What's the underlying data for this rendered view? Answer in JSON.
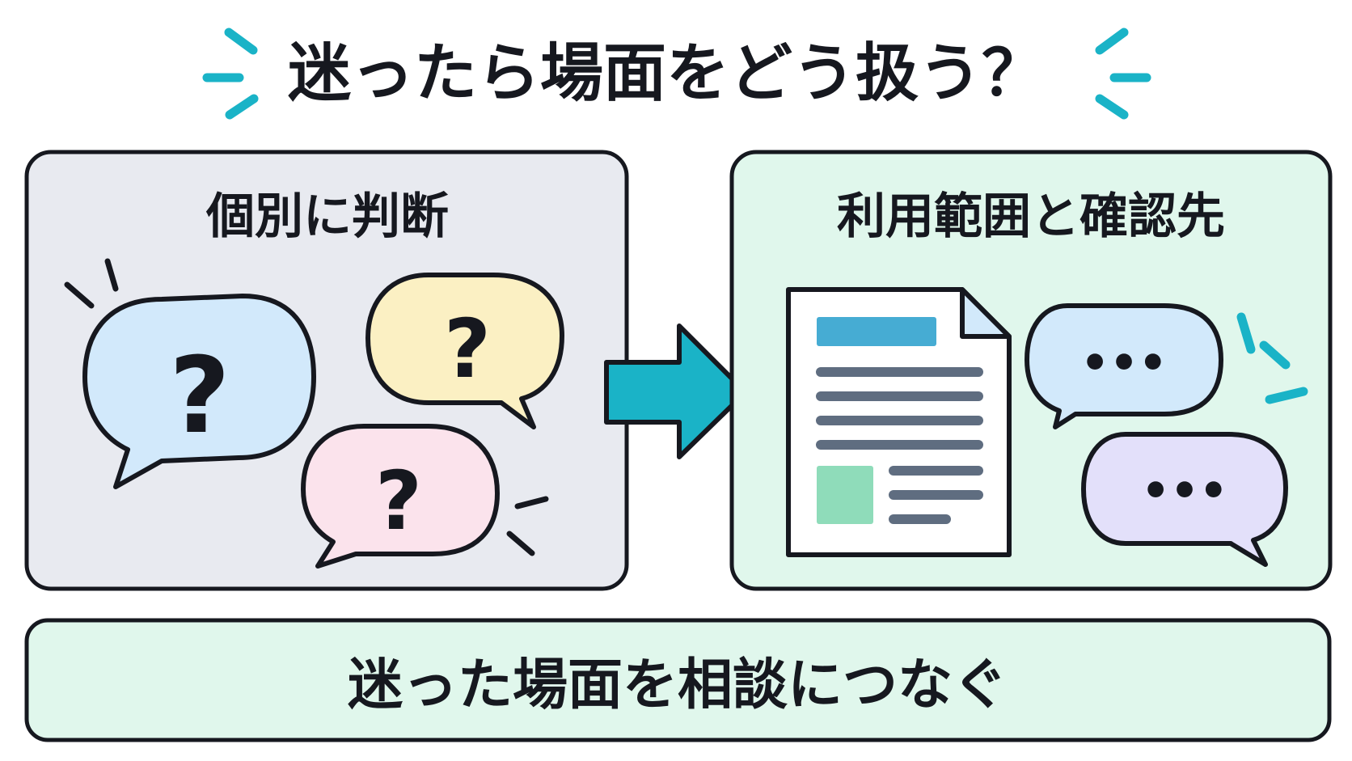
{
  "title": "迷ったら場面をどう扱う？",
  "panels": {
    "left": {
      "heading": "個別に判断",
      "bubble_marks": [
        "?",
        "?",
        "?"
      ]
    },
    "right": {
      "heading": "利用範囲と確認先",
      "bubble_marks": [
        "•••",
        "•••"
      ]
    }
  },
  "bottom": {
    "text": "迷った場面を相談につなぐ"
  },
  "colors": {
    "ink": "#16181f",
    "accent": "#1ab3c7",
    "left_panel_bg": "#e8eaf0",
    "right_panel_bg": "#e0f7ec",
    "bottom_bg": "#e0f7ec",
    "bubble_blue": "#d2e9fb",
    "bubble_yellow": "#fbf0c3",
    "bubble_pink": "#fbe3ec",
    "bubble_lavender": "#e3e0fa",
    "doc_header": "#46acd3",
    "doc_line": "#5f6d80",
    "doc_image": "#8fdcba"
  }
}
